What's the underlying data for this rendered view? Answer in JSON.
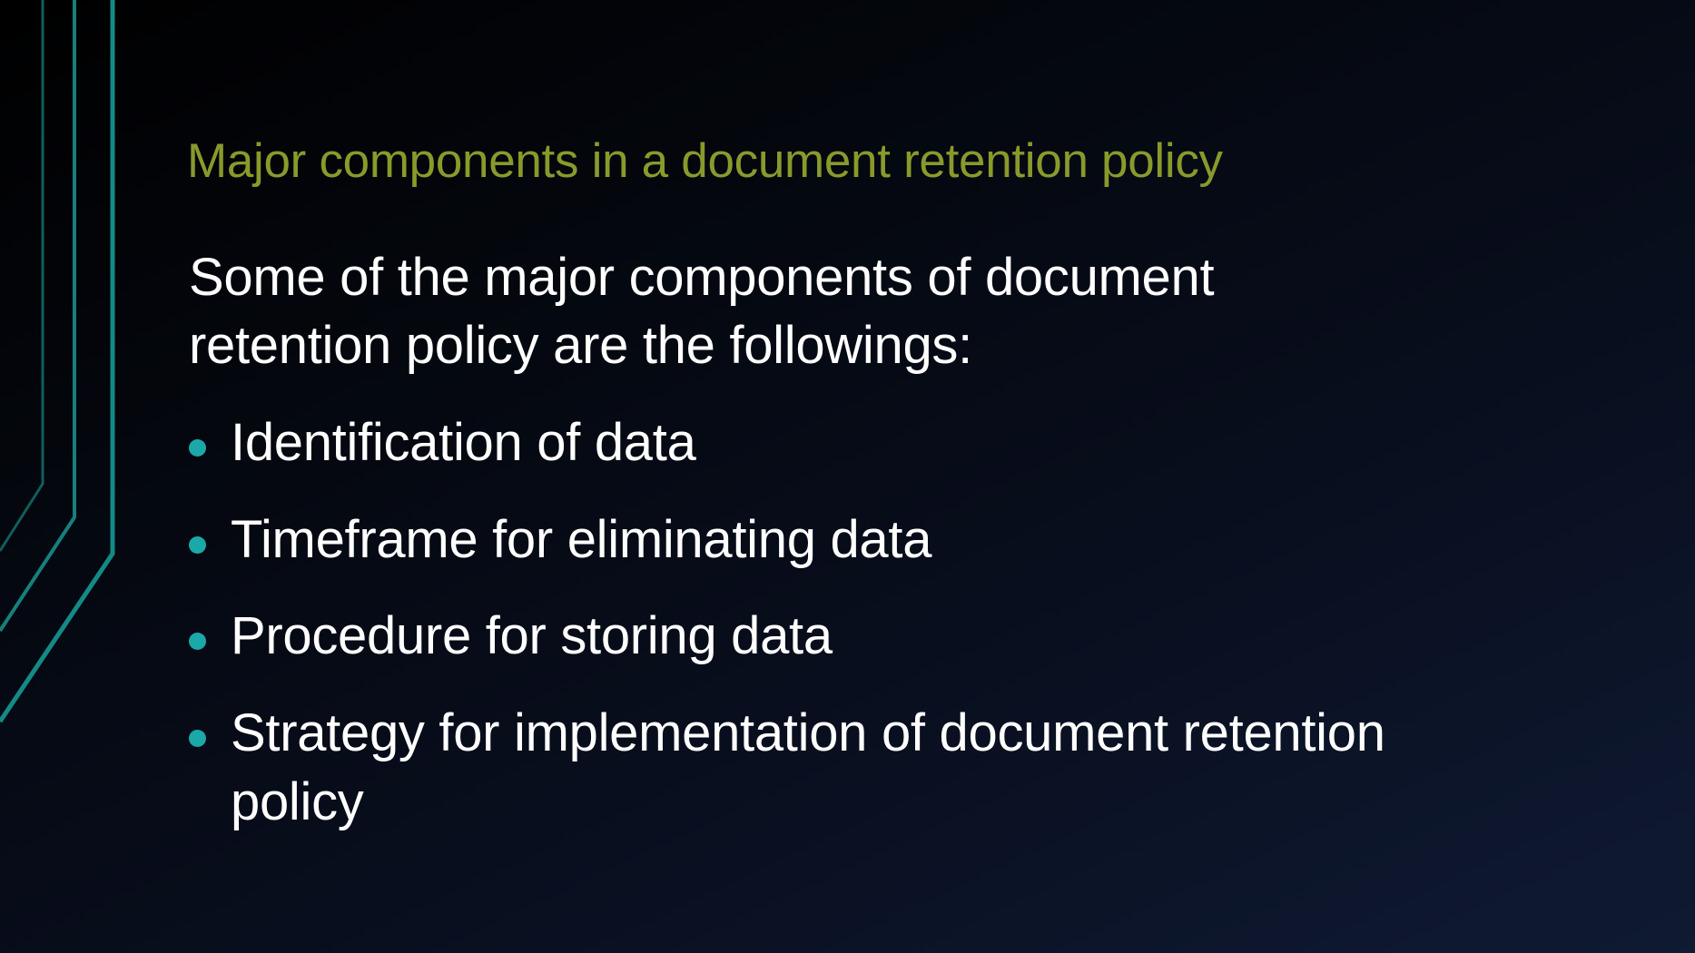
{
  "slide": {
    "title": "Major components in a document retention policy",
    "intro_lines": [
      "Some of the major components of document",
      "retention policy are the followings:"
    ],
    "bullets": [
      {
        "lines": [
          "Identification of data"
        ]
      },
      {
        "lines": [
          "Timeframe for eliminating data"
        ]
      },
      {
        "lines": [
          "Procedure for storing data"
        ]
      },
      {
        "lines": [
          "Strategy for implementation of document retention",
          "policy"
        ]
      }
    ],
    "bullet_icon": "filled-circle"
  },
  "colors": {
    "title": "#899a2b",
    "body_text": "#ffffff",
    "bullet": "#1ba8a8",
    "accent_line_bright": "#138a86",
    "accent_line_mid": "#16807d",
    "accent_line_dim": "#0f5f5c",
    "background_start": "#000000",
    "background_end": "#0f1a33"
  }
}
